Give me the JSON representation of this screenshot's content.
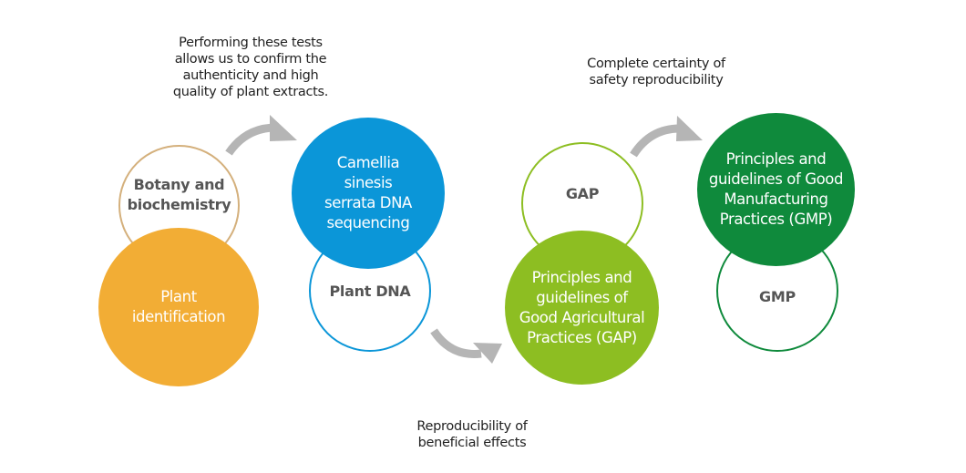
{
  "colors": {
    "orange": "#f2ad35",
    "tan": "#d4b07c",
    "blue": "#0b96d8",
    "lime": "#8dbe22",
    "dark_green": "#0f8a3c",
    "arrow_gray": "#b5b5b5",
    "outline_text": "#555555",
    "caption_text": "#222222"
  },
  "captions": {
    "authenticity": "Performing these tests\nallows us to confirm the\nauthenticity and high\nquality of plant extracts.",
    "safety": "Complete certainty of\nsafety reproducibility",
    "beneficial": "Reproducibility of\nbeneficial effects"
  },
  "stages": [
    {
      "outline_label": "Botany and\nbiochemistry",
      "filled_label": "Plant\nidentification"
    },
    {
      "filled_label": "Camellia\nsinesis\nserrata DNA\nsequencing",
      "outline_label": "Plant DNA"
    },
    {
      "outline_label": "GAP",
      "filled_label": "Principles and\nguidelines of\nGood Agricultural\nPractices (GAP)"
    },
    {
      "filled_label": "Principles and\nguidelines of Good\nManufacturing\nPractices (GMP)",
      "outline_label": "GMP"
    }
  ],
  "arrows": [
    {
      "from": "Botany and biochemistry",
      "to": "Camellia sinesis serrata DNA sequencing"
    },
    {
      "from": "Plant DNA",
      "to": "Principles and guidelines of Good Agricultural Practices (GAP)"
    },
    {
      "from": "GAP",
      "to": "Principles and guidelines of Good Manufacturing Practices (GMP)"
    }
  ]
}
